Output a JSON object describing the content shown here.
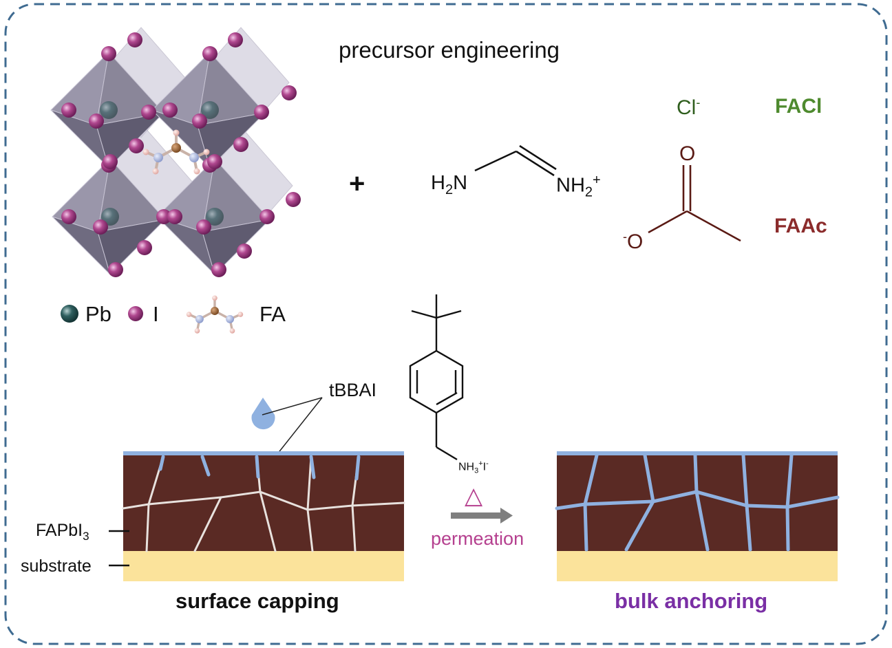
{
  "title": "precursor engineering",
  "legend": {
    "pb": "Pb",
    "i": "I",
    "fa": "FA"
  },
  "plus": "+",
  "formamidinium": {
    "h2n_left": "H",
    "h2n_sub": "2",
    "h2n_right": "N",
    "nh2_left": "NH",
    "nh2_sub": "2",
    "nh2_sup": "+"
  },
  "additives": {
    "cl_label": "Cl",
    "cl_sup": "-",
    "faci": "FACl",
    "acetate_o": "O",
    "acetate_o_minus": "O",
    "acetate_minus": "-",
    "faac": "FAAc"
  },
  "tbbai": {
    "label": "tBBAI",
    "nh3": "NH",
    "nh3_sub": "3",
    "nh3_sup": "+",
    "iodide": "I",
    "iodide_sup": "-"
  },
  "layers": {
    "fapbi3_main": "FAPbI",
    "fapbi3_sub": "3",
    "substrate": "substrate"
  },
  "process": {
    "heat_symbol": "△",
    "permeation": "permeation"
  },
  "captions": {
    "surface_capping": "surface capping",
    "bulk_anchoring": "bulk anchoring"
  },
  "colors": {
    "border": "#3f6b91",
    "perovskite_film": "#5a2a24",
    "substrate": "#fbe39b",
    "tbbai_blue": "#8fb1e0",
    "grain_boundary_white": "#e8e2de",
    "octahedron": "#8e8a9a",
    "iodide_atom": "#b0488f",
    "lead_atom": "#2f5f5f",
    "faci_green": "#4e8a2e",
    "faac_red": "#8b2b2b",
    "anchoring_purple": "#7a2fa5",
    "permeation_pink": "#b5408f"
  }
}
